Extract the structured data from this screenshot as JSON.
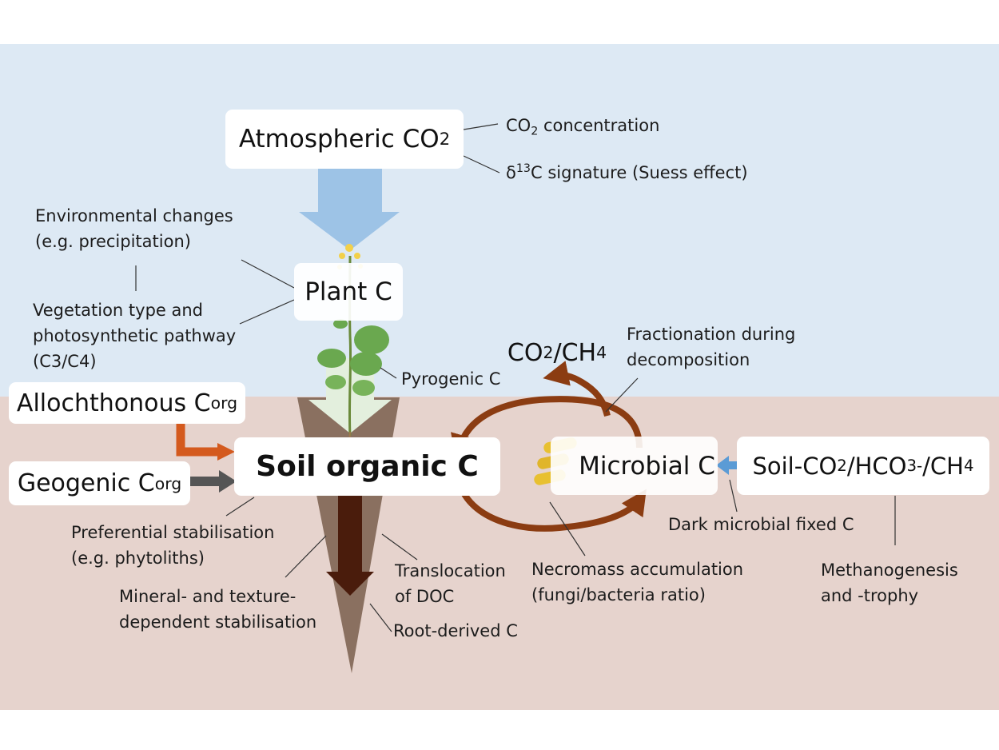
{
  "boxes": {
    "atmospheric": {
      "text": "Atmospheric CO",
      "sub": "2"
    },
    "plant": {
      "text": "Plant C"
    },
    "soil_organic": {
      "text": "Soil organic C"
    },
    "microbial": {
      "text": "Microbial C"
    },
    "allochthonous": {
      "text": "Allochthonous C",
      "sub": "org"
    },
    "geogenic": {
      "text": "Geogenic C",
      "sub": "org"
    },
    "soil_co2": {
      "p1": "Soil-CO",
      "s1": "2",
      "p2": "/HCO",
      "s2": "3",
      "sup2": "-",
      "p3": "/CH",
      "s3": "4"
    },
    "co2_ch4": {
      "p1": "CO",
      "s1": "2",
      "p2": "/CH",
      "s2": "4"
    }
  },
  "labels": {
    "co2_conc": {
      "text": " concentration",
      "co": "CO",
      "sub": "2"
    },
    "d13c": {
      "delta": "δ",
      "sup": "13",
      "text": "C signature (Suess effect)"
    },
    "env_changes": [
      "Environmental changes",
      "(e.g. precipitation)"
    ],
    "vegetation": [
      "Vegetation type and",
      "photosynthetic pathway",
      "(C3/C4)"
    ],
    "pyrogenic": "Pyrogenic C",
    "fractionation": [
      "Fractionation during",
      "decomposition"
    ],
    "dark_fixed": "Dark microbial fixed C",
    "preferential": [
      "Preferential stabilisation",
      "(e.g. phytoliths)"
    ],
    "mineral": [
      "Mineral- and texture-",
      "dependent stabilisation"
    ],
    "translocation": [
      "Translocation",
      "of DOC"
    ],
    "root_derived": "Root-derived C",
    "necromass": [
      "Necromass accumulation",
      "(fungi/bacteria ratio)"
    ],
    "methanogenesis": [
      "Methanogenesis",
      "and -trophy"
    ]
  },
  "colors": {
    "sky": "#dde9f4",
    "soil": "#e6d3cd",
    "co2_arrow": "#9dc3e6",
    "cycle_arrow": "#8b3c12",
    "allochthonous_arrow": "#d45a1e",
    "geogenic_arrow": "#555555",
    "cone": "#8a7060",
    "translocation_arrow": "#4a1c0c",
    "microbe": "#e8c030",
    "fix_arrow": "#5b9bd5",
    "plant": "#6aa84f"
  }
}
